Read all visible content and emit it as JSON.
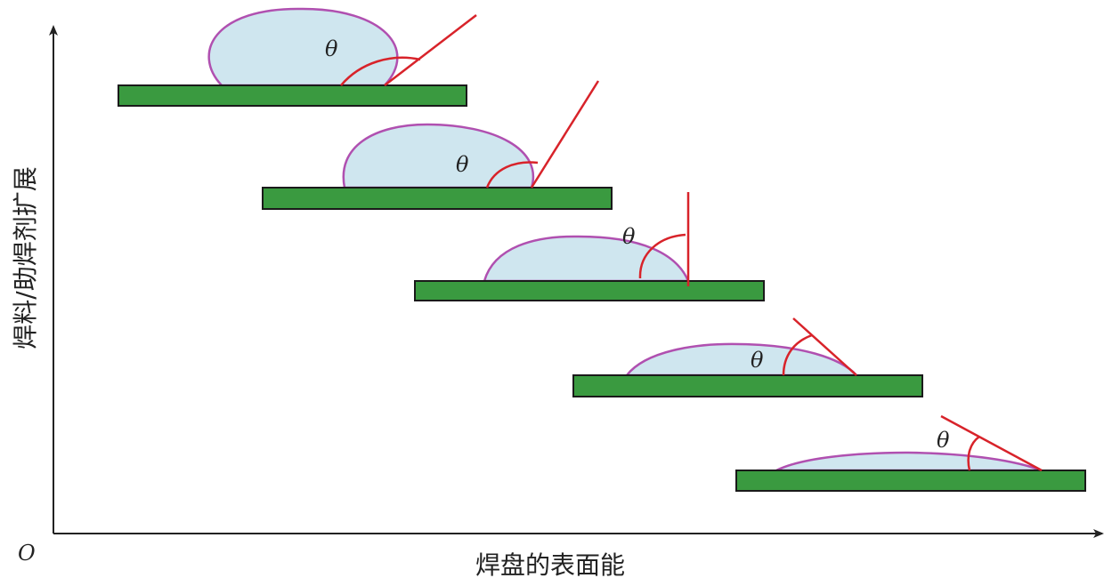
{
  "axes": {
    "origin": "O",
    "x_label": "焊盘的表面能",
    "y_label": "焊料/助焊剂扩展"
  },
  "theta_symbol": "θ",
  "colors": {
    "pad_fill": "#3a9a40",
    "pad_stroke": "#1a1a1a",
    "droplet_fill": "#cfe6ef",
    "droplet_stroke": "#b050b0",
    "angle_line": "#d8232a",
    "axis": "#222222"
  },
  "stages": [
    {
      "id": 1
    },
    {
      "id": 2
    },
    {
      "id": 3
    },
    {
      "id": 4
    },
    {
      "id": 5
    }
  ]
}
